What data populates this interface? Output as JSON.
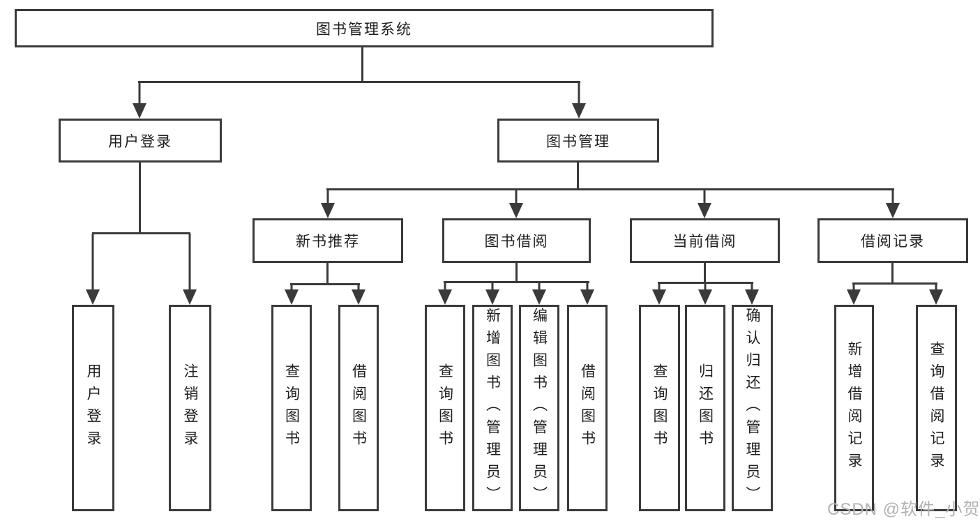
{
  "diagram": {
    "root": {
      "label": "图书管理系统"
    },
    "level2": [
      {
        "label": "用户登录"
      },
      {
        "label": "图书管理"
      }
    ],
    "level3": [
      {
        "label": "新书推荐",
        "parent": "图书管理"
      },
      {
        "label": "图书借阅",
        "parent": "图书管理"
      },
      {
        "label": "当前借阅",
        "parent": "图书管理"
      },
      {
        "label": "借阅记录",
        "parent": "图书管理"
      }
    ],
    "leaves": [
      {
        "label": "用户登录",
        "parent": "用户登录"
      },
      {
        "label": "注销登录",
        "parent": "用户登录"
      },
      {
        "label": "查询图书",
        "parent": "新书推荐"
      },
      {
        "label": "借阅图书",
        "parent": "新书推荐"
      },
      {
        "label": "查询图书",
        "parent": "图书借阅"
      },
      {
        "label": "新增图书（管理员）",
        "parent": "图书借阅"
      },
      {
        "label": "编辑图书（管理员）",
        "parent": "图书借阅"
      },
      {
        "label": "借阅图书",
        "parent": "图书借阅"
      },
      {
        "label": "查询图书",
        "parent": "当前借阅"
      },
      {
        "label": "归还图书",
        "parent": "当前借阅"
      },
      {
        "label": "确认归还（管理员）",
        "parent": "当前借阅"
      },
      {
        "label": "新增借阅记录",
        "parent": "借阅记录"
      },
      {
        "label": "查询借阅记录",
        "parent": "借阅记录"
      }
    ],
    "watermark": "CSDN @软件_小贺同学",
    "colors": {
      "line": "#3a3a3a",
      "box_border": "#3a3a3a",
      "text": "#1f1f1f",
      "watermark": "#b2b2b2",
      "background": "#ffffff"
    }
  }
}
